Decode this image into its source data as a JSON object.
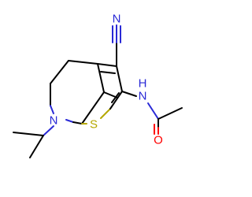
{
  "molecule": {
    "atoms": {
      "nitrile_n": "N",
      "amide_nh": "N",
      "amide_h": "H",
      "amide_o": "O",
      "ring_s": "S",
      "ring_n": "N"
    },
    "colors": {
      "carbon_bond": "#000000",
      "nitrogen": "#2929d6",
      "oxygen": "#ff0000",
      "sulfur": "#b5a800"
    }
  }
}
